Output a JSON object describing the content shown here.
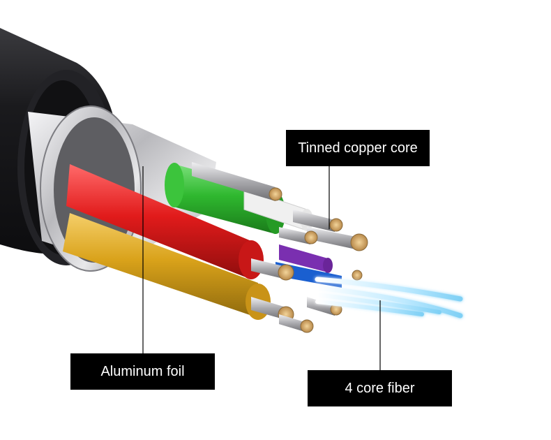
{
  "labels": {
    "tinned_copper_core": "Tinned copper core",
    "aluminum_foil": "Aluminum foil",
    "fiber": "4 core fiber"
  },
  "colors": {
    "background": "#ffffff",
    "label_background": "#000000",
    "label_text": "#ffffff",
    "outer_jacket": "#1f1f22",
    "foil": "#c9c9cc",
    "wire_green": "#2fb82f",
    "wire_red": "#e11b1b",
    "wire_yellow": "#d9a21a",
    "wire_white": "#f2f2f2",
    "wire_purple": "#7a2fb0",
    "wire_blue": "#1a5fd0",
    "copper_tinned": "#d8b070",
    "fiber_glow": "#aee6ff"
  }
}
